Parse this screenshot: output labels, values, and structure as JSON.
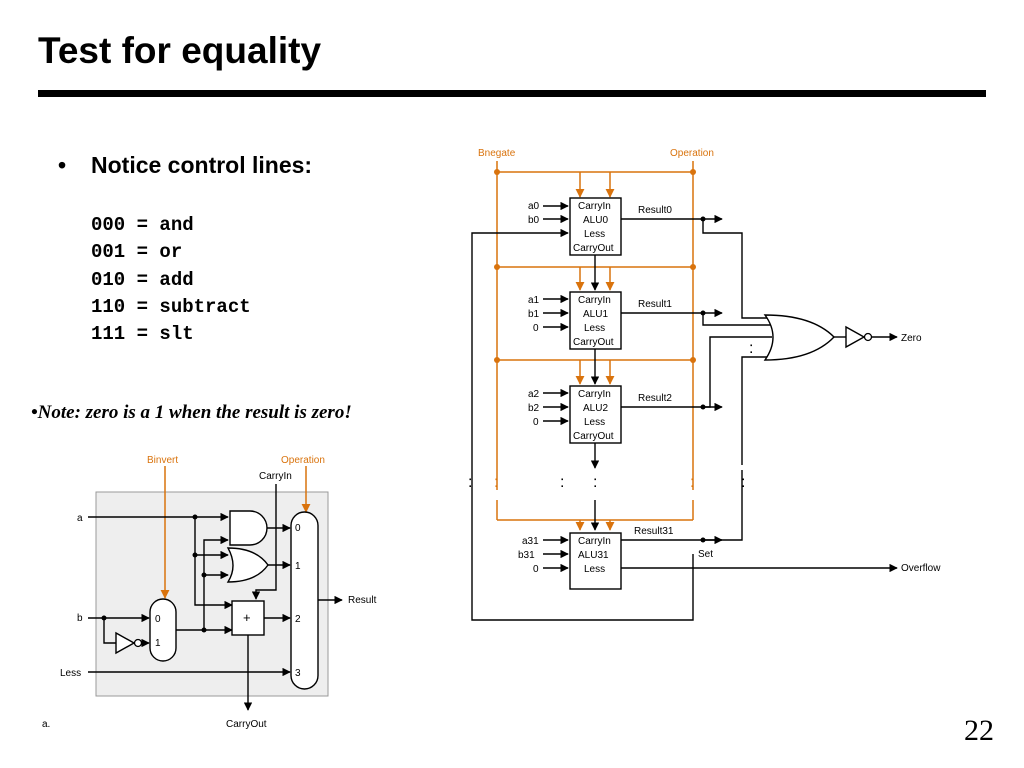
{
  "slide": {
    "title": "Test for equality",
    "bullet_symbol": "•",
    "bullet_heading": "Notice control lines:",
    "codes": [
      "000 = and",
      "001 = or",
      "010 = add",
      "110 = subtract",
      "111 = slt"
    ],
    "note": "•Note:  zero is a 1 when the result is zero!",
    "page_number": "22"
  },
  "cell": {
    "binvert": "Binvert",
    "operation": "Operation",
    "carryin": "CarryIn",
    "a": "a",
    "b": "b",
    "less": "Less",
    "result": "Result",
    "carryout": "CarryOut",
    "caption": "a.",
    "adder_symbol": "+",
    "mux_b_inputs": [
      "0",
      "1"
    ],
    "mux_out_inputs": [
      "0",
      "1",
      "2",
      "3"
    ]
  },
  "alu": {
    "bnegate": "Bnegate",
    "operation": "Operation",
    "zero": "Zero",
    "overflow": "Overflow",
    "set": "Set",
    "ellipsis": ":",
    "units": [
      {
        "inputs": [
          "a0",
          "b0"
        ],
        "lines": [
          "CarryIn",
          "ALU0",
          "Less",
          "CarryOut"
        ],
        "result": "Result0"
      },
      {
        "inputs": [
          "a1",
          "b1",
          "0"
        ],
        "lines": [
          "CarryIn",
          "ALU1",
          "Less",
          "CarryOut"
        ],
        "result": "Result1"
      },
      {
        "inputs": [
          "a2",
          "b2",
          "0"
        ],
        "lines": [
          "CarryIn",
          "ALU2",
          "Less",
          "CarryOut"
        ],
        "result": "Result2"
      },
      {
        "inputs": [
          "a31",
          "b31",
          "0"
        ],
        "lines": [
          "CarryIn",
          "ALU31",
          "Less"
        ],
        "result": "Result31"
      }
    ]
  }
}
